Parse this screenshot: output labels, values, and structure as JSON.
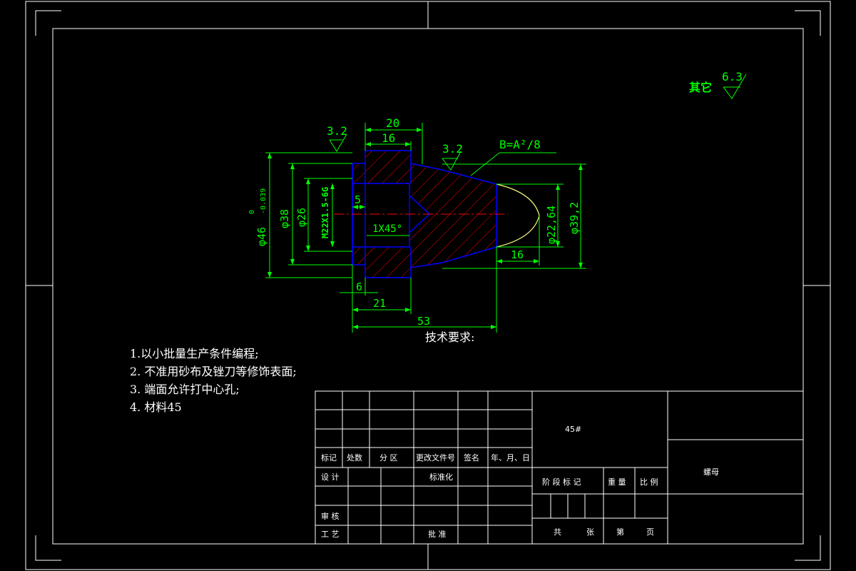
{
  "roughness": {
    "other_label": "其它",
    "other_value": "6.3",
    "left_value": "3.2",
    "mid_value": "3.2"
  },
  "dimensions": {
    "d20": "20",
    "d16_top": "16",
    "curve_formula": "B=A²/8",
    "dia46": "φ46",
    "tol_upper": "0",
    "tol_lower": "-0.039",
    "dia38": "φ38",
    "dia26": "φ26",
    "thread": "M22X1.5-6G",
    "d5": "5",
    "chamfer": "1X45°",
    "dia22_64": "φ22,64",
    "dia39_2": "φ39,2",
    "d16_right": "16",
    "d6": "6",
    "d21": "21",
    "d53": "53"
  },
  "tech_requirements": {
    "title": "技术要求:",
    "items": [
      "1.以小批量生产条件编程;",
      "2. 不准用砂布及锉刀等修饰表面;",
      "3. 端面允许打中心孔;",
      "4. 材料45"
    ]
  },
  "title_block": {
    "material": "45#",
    "part_name": "螺母",
    "headers": [
      "标记",
      "处数",
      "分 区",
      "更改文件号",
      "签名",
      "年、月、日"
    ],
    "design": "设 计",
    "standardize": "标准化",
    "review": "审 核",
    "process": "工 艺",
    "approve": "批 准",
    "stage_mark": "阶 段 标 记",
    "weight": "重 量",
    "scale": "比 例",
    "total": "共",
    "sheets": "张",
    "page_no": "第",
    "page": "页"
  },
  "colors": {
    "background": "#000000",
    "frame": "#ffffff",
    "dimension": "#00ff00",
    "outline": "#0000ff",
    "hatch": "#ff0000",
    "curve": "#ffff80"
  }
}
